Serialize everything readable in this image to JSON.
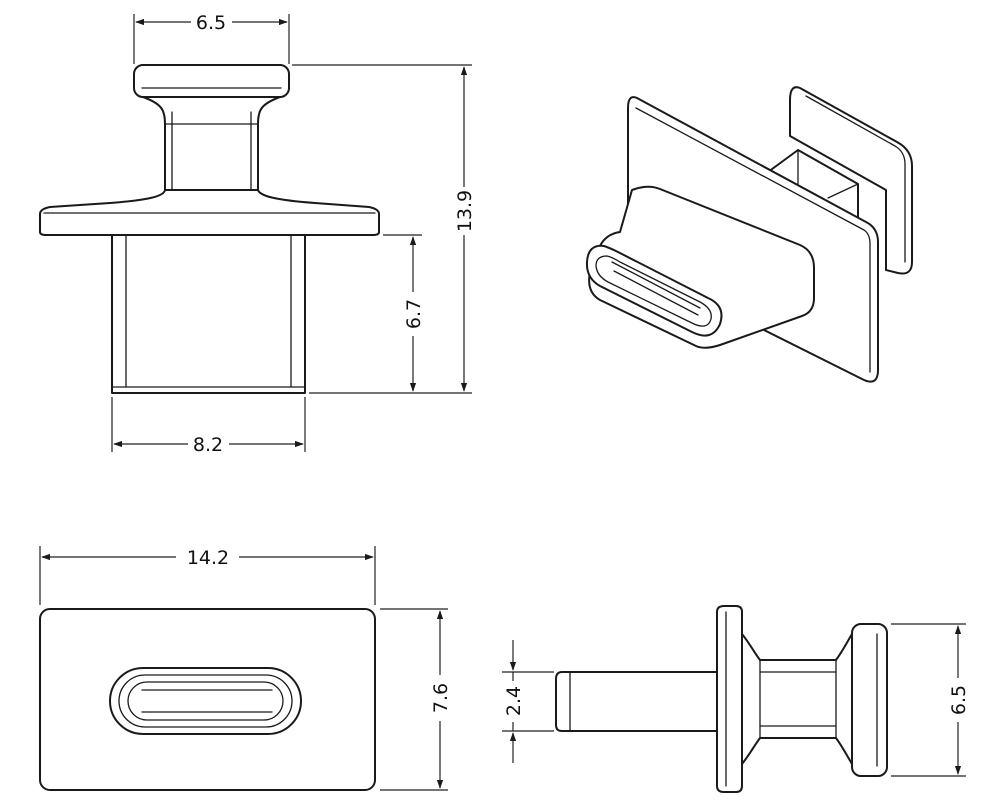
{
  "dimensions": {
    "front_cap_width": "6.5",
    "front_total_height": "13.9",
    "front_plug_height": "6.7",
    "front_plug_width": "8.2",
    "bottom_plate_width": "14.2",
    "bottom_plate_height": "7.6",
    "side_plug_thickness": "2.4",
    "side_cap_height": "6.5"
  }
}
